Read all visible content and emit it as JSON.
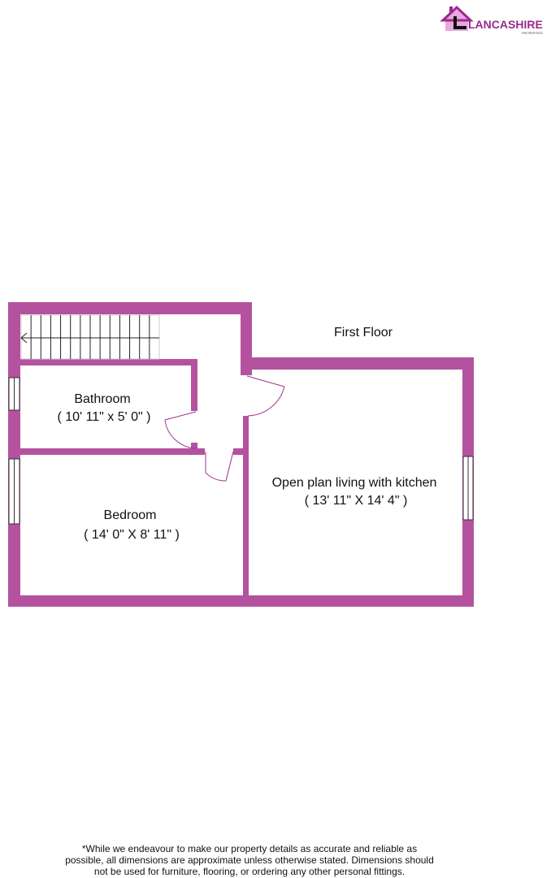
{
  "logo": {
    "name": "LANCASHIRE",
    "tagline": "PROPERTIES",
    "color": "#9b2a8c"
  },
  "floor_title": "First Floor",
  "wall_color": "#b5529f",
  "rooms": [
    {
      "name": "Bathroom",
      "dimensions": "( 10' 11\" x 5' 0\" )"
    },
    {
      "name": "Bedroom",
      "dimensions": "( 14' 0\" X 8' 11\" )"
    },
    {
      "name": "Open plan living with kitchen",
      "dimensions": "( 13' 11\" X 14' 4\" )"
    }
  ],
  "disclaimer": [
    "*While we endeavour to make our property details as accurate and reliable as",
    "possible, all dimensions are approximate unless otherwise stated. Dimensions should",
    "not be used for furniture, flooring, or ordering any other personal fittings."
  ]
}
